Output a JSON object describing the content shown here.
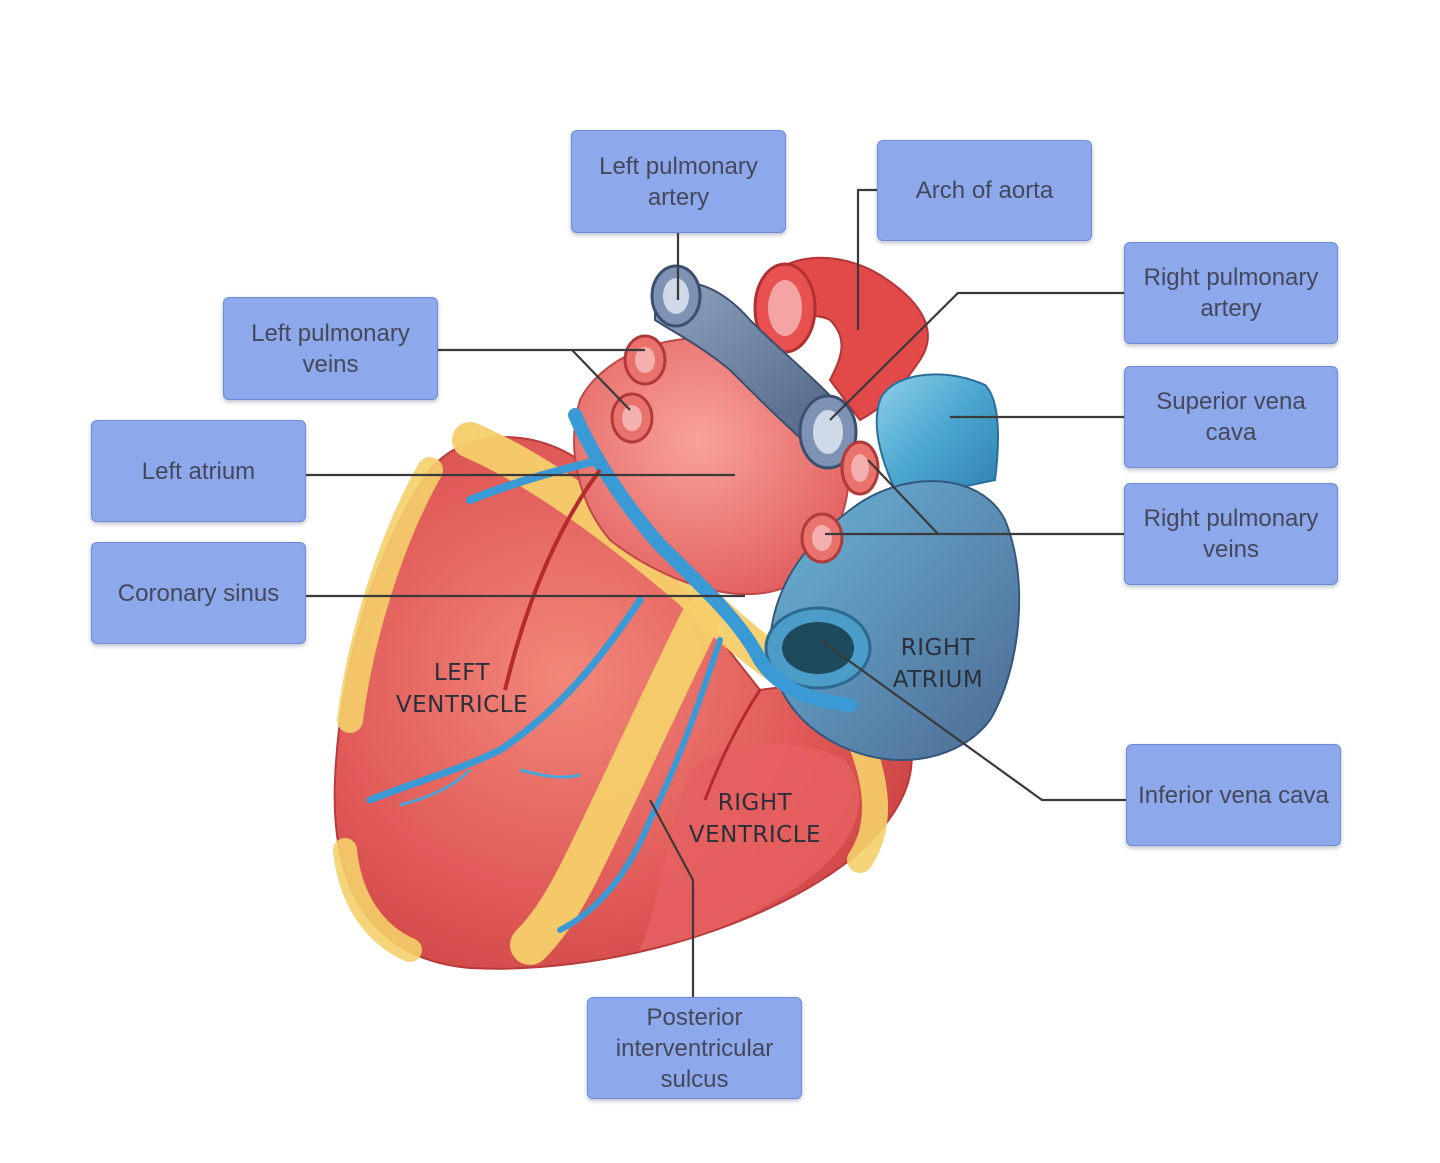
{
  "labels": {
    "left_pulmonary_artery": "Left pulmonary artery",
    "arch_of_aorta": "Arch of aorta",
    "right_pulmonary_artery": "Right pulmonary artery",
    "left_pulmonary_veins": "Left pulmonary veins",
    "superior_vena_cava": "Superior vena cava",
    "left_atrium": "Left atrium",
    "right_pulmonary_veins": "Right pulmonary veins",
    "coronary_sinus": "Coronary sinus",
    "inferior_vena_cava": "Inferior vena cava",
    "posterior_interventricular_sulcus": "Posterior interventricular sulcus"
  },
  "chambers": {
    "left_ventricle": [
      "LEFT",
      "VENTRICLE"
    ],
    "right_ventricle": [
      "RIGHT",
      "VENTRICLE"
    ],
    "right_atrium": [
      "RIGHT",
      "ATRIUM"
    ]
  },
  "colors": {
    "label_fill": "#8ea8ec",
    "myocardium": "#e05a5a",
    "fat": "#f5cf6a",
    "vein": "#3a9ad6",
    "leader_line": "#3a3a3a"
  }
}
